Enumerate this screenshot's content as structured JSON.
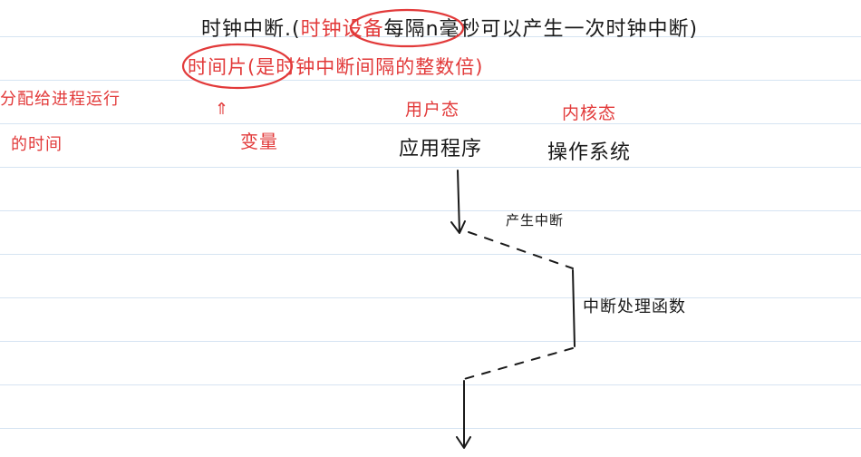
{
  "notes": {
    "line1_prefix": "时钟中断.(",
    "line1_circled": "时钟设备",
    "line1_suffix": "每隔n毫秒可以产生一次时钟中断)",
    "line2_circled": "时间片",
    "line2_rest": "(是时钟中断间隔的整数倍)",
    "left_note_line1": "分配给进程运行",
    "left_note_line2": "的时间",
    "up_arrow": "⇑",
    "variable_label": "变量",
    "user_mode": "用户态",
    "kernel_mode": "内核态",
    "application": "应用程序",
    "operating_system": "操作系统",
    "interrupt_generated": "产生中断",
    "interrupt_handler": "中断处理函数"
  },
  "colors": {
    "ink_black": "#1a1a1a",
    "ink_red": "#e23a3a",
    "rule_line": "#d6e4f2"
  }
}
